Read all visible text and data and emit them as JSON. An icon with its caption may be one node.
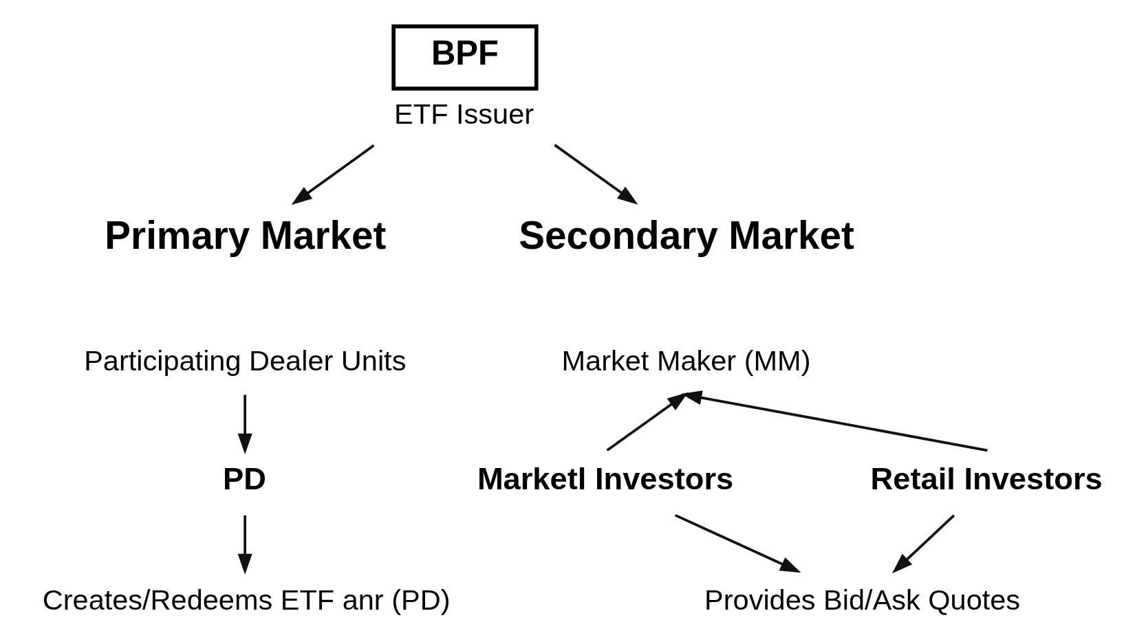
{
  "diagram": {
    "nodes": [
      {
        "text": [
          "BPF",
          "ETF Issuer"
        ]
      },
      {
        "text": [
          "Primary Market"
        ]
      },
      {
        "text": [
          "Participating Dealer Units"
        ]
      },
      {
        "text": [
          "PD"
        ]
      },
      {
        "text": [
          "Creates/Redeems ETF anr (PD)"
        ]
      },
      {
        "text": [
          "Secondary Market"
        ]
      },
      {
        "text": [
          "Market Maker (MM)"
        ]
      },
      {
        "text": [
          "Marketl Investors"
        ]
      },
      {
        "text": [
          "Retail Investors"
        ]
      },
      {
        "text": [
          "Provides Bid/Ask Quotes"
        ]
      }
    ],
    "edges": [
      {
        "from": 0,
        "to": 1,
        "arrow": "to"
      },
      {
        "from": 0,
        "to": 5,
        "arrow": "to"
      },
      {
        "from": 2,
        "to": 3,
        "arrow": "to"
      },
      {
        "from": 3,
        "to": 4,
        "arrow": "to"
      },
      {
        "from": 7,
        "to": 6,
        "arrow": "to"
      },
      {
        "from": 8,
        "to": 6,
        "arrow": "to"
      },
      {
        "from": 7,
        "to": 9,
        "arrow": "to"
      },
      {
        "from": 8,
        "to": 9,
        "arrow": "to"
      }
    ]
  }
}
